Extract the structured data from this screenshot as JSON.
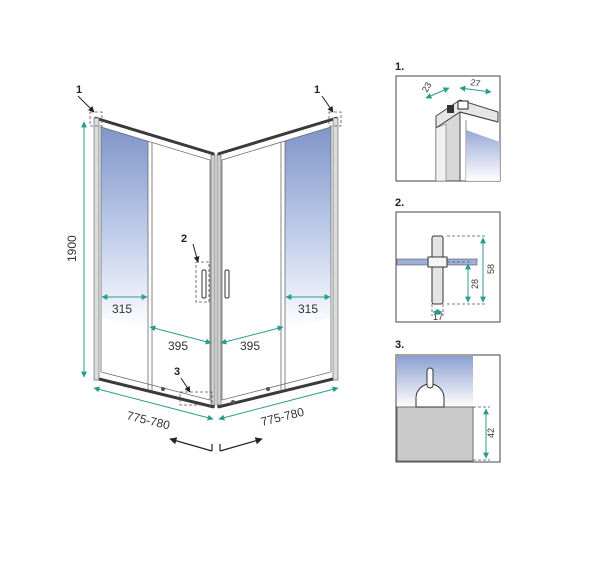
{
  "main_view": {
    "height_label": "1900",
    "callout_left": "1",
    "callout_right": "1",
    "callout_handle": "2",
    "callout_bottom": "3",
    "fixed_left_width": "315",
    "fixed_right_width": "315",
    "door_left_width": "395",
    "door_right_width": "395",
    "base_left_width": "775-780",
    "base_right_width": "775-780"
  },
  "detail_1": {
    "title": "1.",
    "dim_a": "23",
    "dim_b": "27"
  },
  "detail_2": {
    "title": "2.",
    "dim_height": "58",
    "dim_inner": "28",
    "dim_width": "17"
  },
  "detail_3": {
    "title": "3.",
    "dim_height": "42"
  },
  "colors": {
    "glass_blue": "#7f95c9",
    "arrow_teal": "#2a9c8e",
    "frame": "#3a3a3a"
  }
}
